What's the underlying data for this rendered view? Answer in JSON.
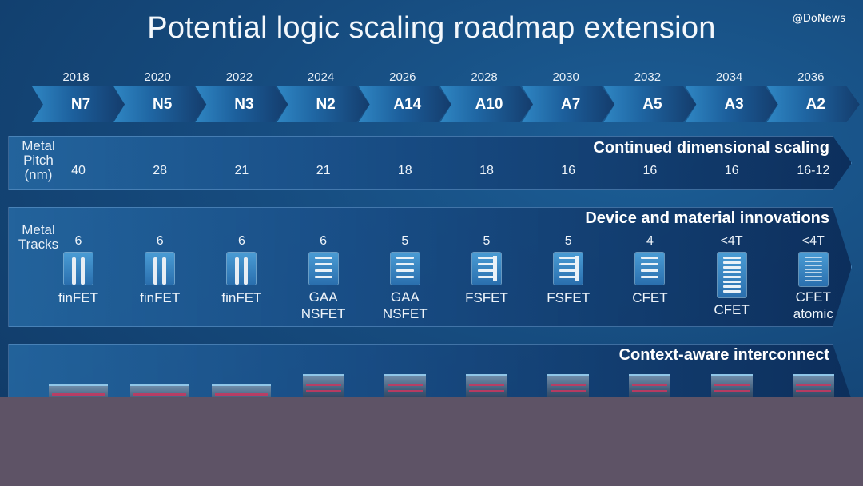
{
  "watermark": "@DoNews",
  "title": "Potential logic scaling roadmap extension",
  "nodes": [
    {
      "year": "2018",
      "name": "N7"
    },
    {
      "year": "2020",
      "name": "N5"
    },
    {
      "year": "2022",
      "name": "N3"
    },
    {
      "year": "2024",
      "name": "N2"
    },
    {
      "year": "2026",
      "name": "A14"
    },
    {
      "year": "2028",
      "name": "A10"
    },
    {
      "year": "2030",
      "name": "A7"
    },
    {
      "year": "2032",
      "name": "A5"
    },
    {
      "year": "2034",
      "name": "A3"
    },
    {
      "year": "2036",
      "name": "A2"
    }
  ],
  "pitch": {
    "label_lines": [
      "Metal",
      "Pitch",
      "(nm)"
    ],
    "band_title": "Continued dimensional scaling",
    "values": [
      "40",
      "28",
      "21",
      "21",
      "18",
      "18",
      "16",
      "16",
      "16",
      "16-12"
    ]
  },
  "devices": {
    "label_lines": [
      "Metal",
      "Tracks"
    ],
    "band_title": "Device and material innovations",
    "tracks": [
      "6",
      "6",
      "6",
      "6",
      "5",
      "5",
      "5",
      "4",
      "<4T",
      "<4T"
    ],
    "types": [
      {
        "line1": "finFET",
        "line2": "",
        "icon": "finfet-icon"
      },
      {
        "line1": "finFET",
        "line2": "",
        "icon": "finfet-icon"
      },
      {
        "line1": "finFET",
        "line2": "",
        "icon": "finfet-icon"
      },
      {
        "line1": "GAA",
        "line2": "NSFET",
        "icon": "nanosheet-icon"
      },
      {
        "line1": "GAA",
        "line2": "NSFET",
        "icon": "nanosheet-icon"
      },
      {
        "line1": "FSFET",
        "line2": "",
        "icon": "forksheet-icon"
      },
      {
        "line1": "FSFET",
        "line2": "",
        "icon": "forksheet-icon"
      },
      {
        "line1": "CFET",
        "line2": "",
        "icon": "cfet-icon"
      },
      {
        "line1": "CFET",
        "line2": "",
        "icon": "cfet-stacked-icon"
      },
      {
        "line1": "CFET",
        "line2": "atomic",
        "icon": "cfet-atomic-icon"
      }
    ]
  },
  "interconnect": {
    "band_title": "Context-aware interconnect",
    "icon": "interconnect-stack-icon"
  },
  "colors": {
    "chevron_light": "#2f86c3",
    "chevron_dark": "#143c6c",
    "cover": "#5e5366"
  }
}
